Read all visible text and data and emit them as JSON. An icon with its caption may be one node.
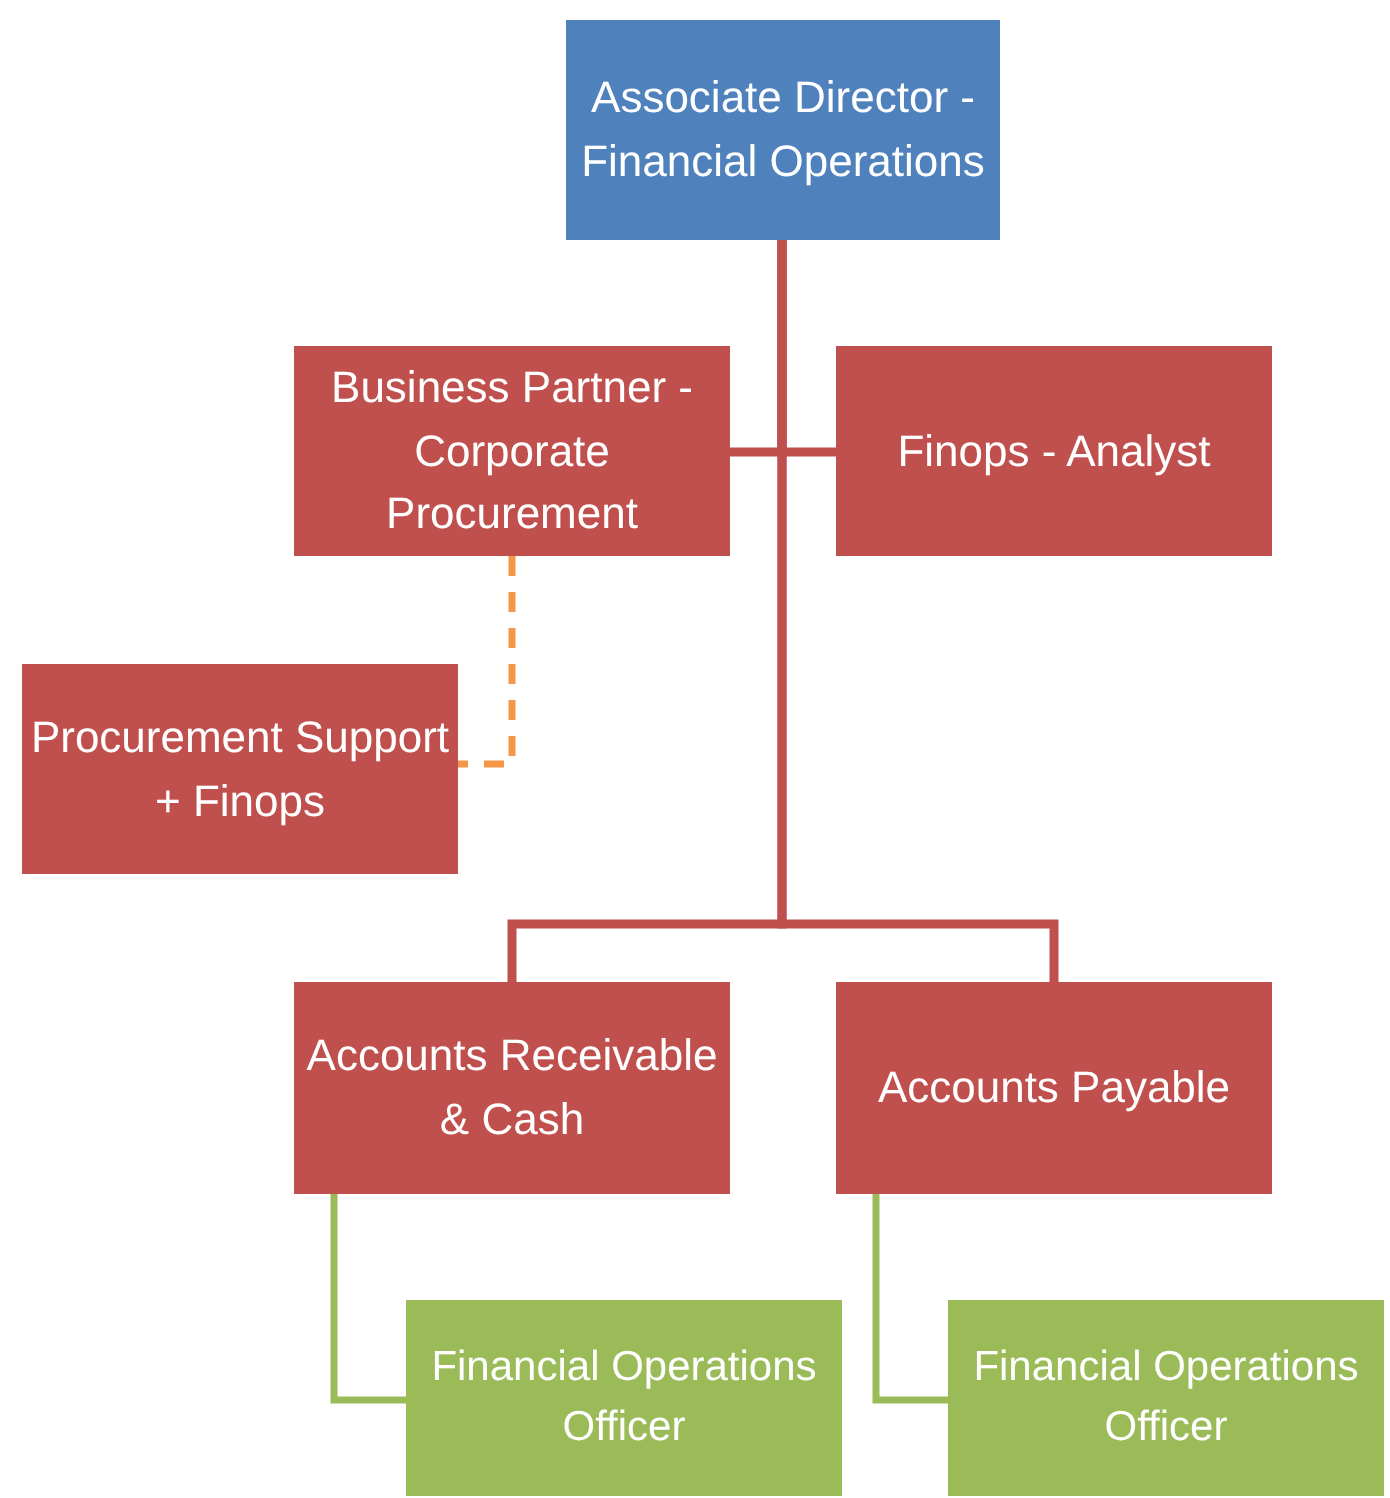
{
  "diagram": {
    "nodes": [
      {
        "text": [
          "Associate Director - Financial Operations"
        ]
      },
      {
        "text": [
          "Business Partner - Corporate Procurement"
        ]
      },
      {
        "text": [
          "Finops - Analyst"
        ]
      },
      {
        "text": [
          "Procurement Support + Finops"
        ]
      },
      {
        "text": [
          "Accounts Receivable & Cash"
        ]
      },
      {
        "text": [
          "Accounts Payable"
        ]
      },
      {
        "text": [
          "Financial Operations Officer"
        ]
      },
      {
        "text": [
          "Financial Operations Officer"
        ]
      }
    ],
    "edges": [
      {
        "from": 0,
        "to": 1,
        "arrow": "none"
      },
      {
        "from": 0,
        "to": 2,
        "arrow": "none"
      },
      {
        "from": 0,
        "to": 4,
        "arrow": "none"
      },
      {
        "from": 0,
        "to": 5,
        "arrow": "none"
      },
      {
        "from": 1,
        "to": 3,
        "arrow": "none",
        "style": "dashed",
        "color": "#f79646"
      },
      {
        "from": 4,
        "to": 6,
        "arrow": "none",
        "color": "#9bbb59"
      },
      {
        "from": 5,
        "to": 7,
        "arrow": "none",
        "color": "#9bbb59"
      }
    ]
  }
}
